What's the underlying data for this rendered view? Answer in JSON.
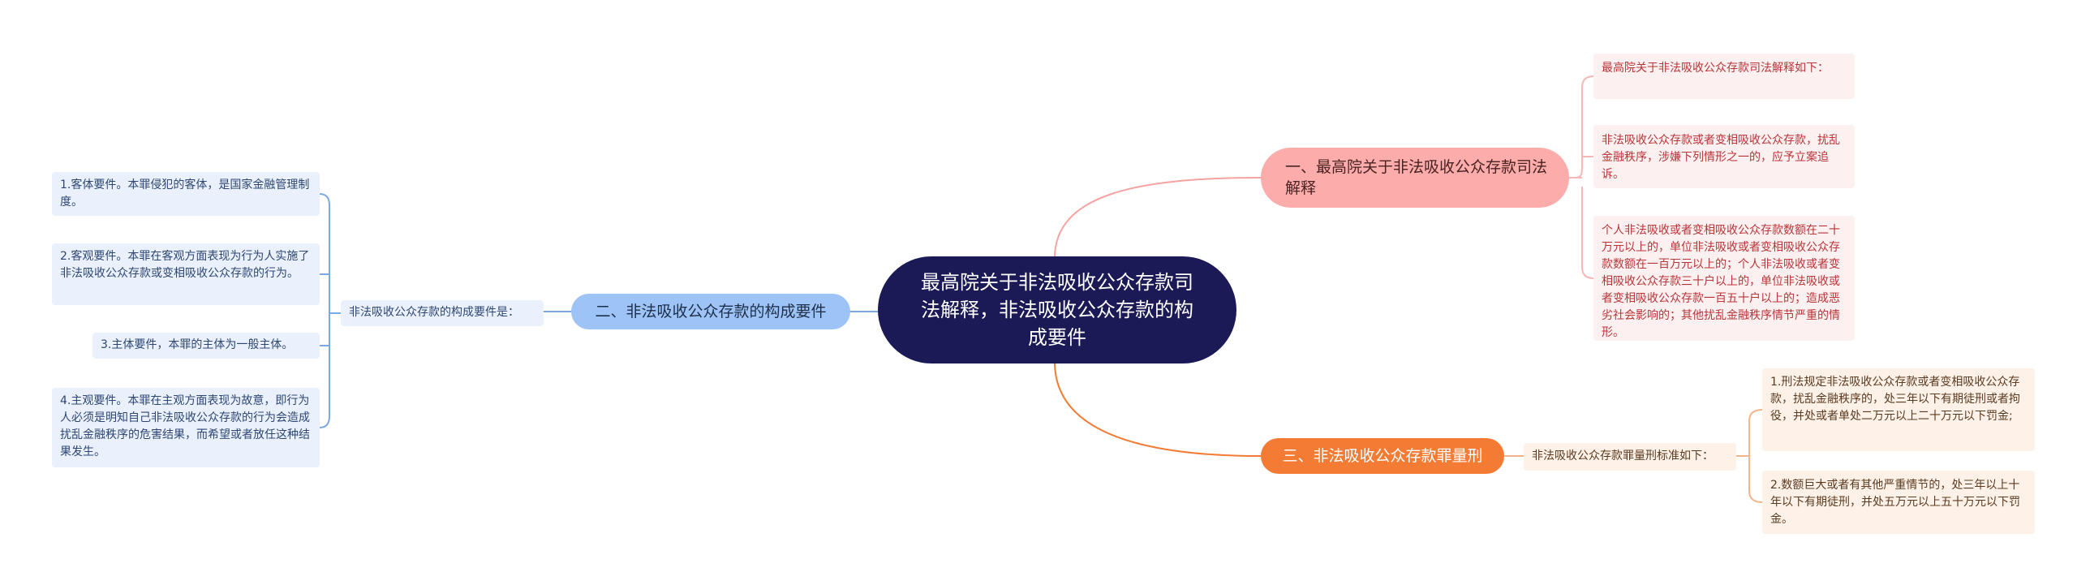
{
  "root": {
    "text": "最高院关于非法吸收公众存款司法解释，非法吸收公众存款的构成要件"
  },
  "branch1": {
    "title": "一、最高院关于非法吸收公众存款司法解释",
    "items": [
      "最高院关于非法吸收公众存款司法解释如下：",
      "非法吸收公众存款或者变相吸收公众存款，扰乱金融秩序，涉嫌下列情形之一的，应予立案追诉。",
      "个人非法吸收或者变相吸收公众存款数额在二十万元以上的，单位非法吸收或者变相吸收公众存款数额在一百万元以上的；个人非法吸收或者变相吸收公众存款三十户以上的，单位非法吸收或者变相吸收公众存款一百五十户以上的；造成恶劣社会影响的；其他扰乱金融秩序情节严重的情形。"
    ]
  },
  "branch2": {
    "title": "二、非法吸收公众存款的构成要件",
    "sub": "非法吸收公众存款的构成要件是：",
    "items": [
      "1.客体要件。本罪侵犯的客体，是国家金融管理制度。",
      "2.客观要件。本罪在客观方面表现为行为人实施了非法吸收公众存款或变相吸收公众存款的行为。",
      "3.主体要件，本罪的主体为一般主体。",
      "4.主观要件。本罪在主观方面表现为故意，即行为人必须是明知自己非法吸收公众存款的行为会造成扰乱金融秩序的危害结果，而希望或者放任这种结果发生。"
    ]
  },
  "branch3": {
    "title": "三、非法吸收公众存款罪量刑",
    "sub": "非法吸收公众存款罪量刑标准如下：",
    "items": [
      "1.刑法规定非法吸收公众存款或者变相吸收公众存款，扰乱金融秩序的，处三年以下有期徒刑或者拘役，并处或者单处二万元以上二十万元以下罚金;",
      "2.数额巨大或者有其他严重情节的，处三年以上十年以下有期徒刑，并处五万元以上五十万元以下罚金。"
    ]
  },
  "colors": {
    "root": "#1b1a57",
    "branch1": "#fcadab",
    "branch2": "#9ec4f7",
    "branch3": "#f47b34"
  }
}
